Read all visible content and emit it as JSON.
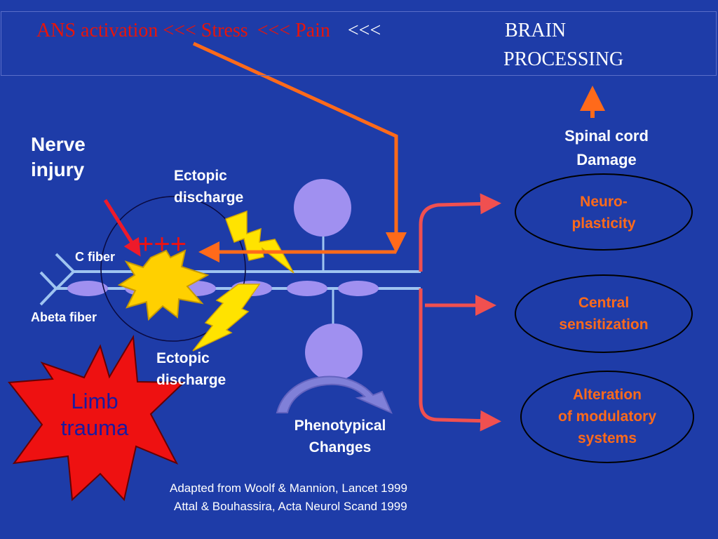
{
  "header": {
    "ans_activation": "ANS activation",
    "arrow1": "<<<",
    "stress": "Stress",
    "arrow2": "<<<",
    "pain": "Pain",
    "arrow3": "<<<",
    "brain": "BRAIN",
    "processing": "PROCESSING"
  },
  "labels": {
    "nerve": "Nerve",
    "injury": "injury",
    "ectopic_top_1": "Ectopic",
    "ectopic_top_2": "discharge",
    "plus": "+++",
    "c_fiber": "C fiber",
    "abeta_fiber": "Abeta fiber",
    "ectopic_bottom_1": "Ectopic",
    "ectopic_bottom_2": "discharge",
    "limb": "Limb",
    "trauma": "trauma",
    "phenotypical": "Phenotypical",
    "changes": "Changes",
    "spinal": "Spinal cord",
    "damage": "Damage"
  },
  "outcomes": [
    {
      "line1": "Neuro-",
      "line2": "plasticity"
    },
    {
      "line1": "Central",
      "line2": "sensitization"
    },
    {
      "line1": "Alteration",
      "line2": "of modulatory",
      "line3": "systems"
    }
  ],
  "credits": {
    "line1": "Adapted from Woolf & Mannion, Lancet 1999",
    "line2": "Attal & Bouhassira, Acta Neurol Scand 1999"
  },
  "colors": {
    "background": "#1e3ca8",
    "fiber": "#9fc4f0",
    "node": "#a090f0",
    "orange_arrow": "#ff6a1a",
    "red_arrow": "#f05050",
    "star_red": "#ee1111",
    "star_yellow": "#ffd000"
  }
}
